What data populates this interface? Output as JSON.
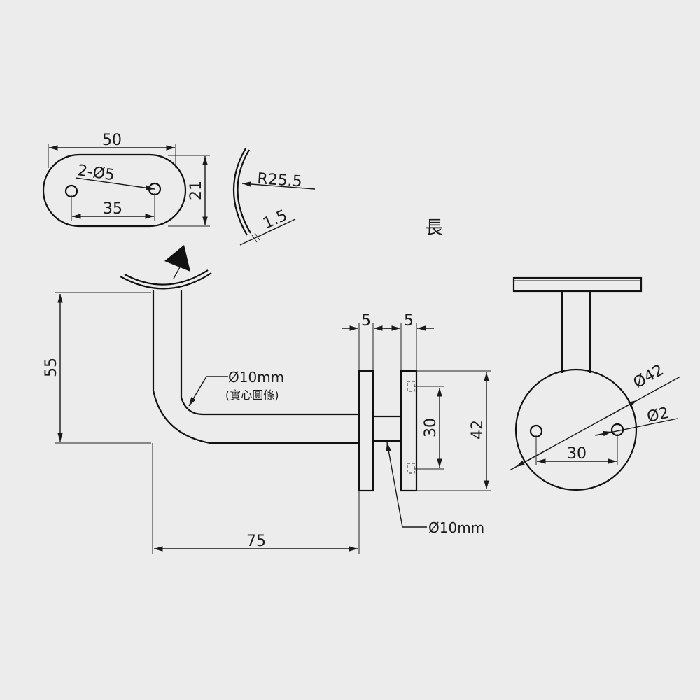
{
  "drawing": {
    "title": "長",
    "colors": {
      "line": "#1a1a1a",
      "background": "#ececec"
    },
    "plate": {
      "width_label": "50",
      "height_label": "21",
      "holes_label": "2-Ø5",
      "hole_spacing_label": "35"
    },
    "arc": {
      "radius_label": "R25.5",
      "thickness_label": "1.5"
    },
    "side_view": {
      "height_label": "55",
      "length_label": "75",
      "rod_label": "Ø10mm",
      "rod_note": "(實心圓條)",
      "flange_thickness_1": "5",
      "flange_thickness_2": "5",
      "hole_spacing_label": "30",
      "flange_height_label": "42",
      "stem_label": "Ø10mm"
    },
    "front_view": {
      "diameter_label": "Ø42",
      "hole_label": "Ø2",
      "hole_spacing_label": "30"
    }
  }
}
